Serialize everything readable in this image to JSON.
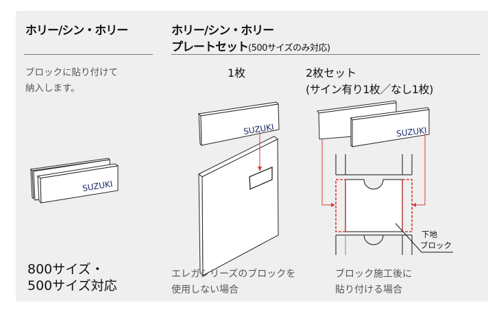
{
  "left": {
    "title": "ホリー/シン・ホリー",
    "desc_line1": "ブロックに貼り付けて",
    "desc_line2": "納入します。",
    "size_line1": "800サイズ・",
    "size_line2": "500サイズ対応"
  },
  "right": {
    "title_line1": "ホリー/シン・ホリー",
    "title_line2": "プレートセット",
    "title_note": "(500サイズのみ対応)",
    "single": {
      "label": "1枚",
      "caption_line1": "エレガシリーズのブロックを",
      "caption_line2": "使用しない場合"
    },
    "double": {
      "label_line1": "2枚セット",
      "label_line2": "(サイン有り1枚／なし1枚)",
      "caption_line1": "ブロック施工後に",
      "caption_line2": "貼り付ける場合",
      "block_label_line1": "下地",
      "block_label_line2": "ブロック"
    }
  },
  "plate_text": "SUZUKI",
  "colors": {
    "panel": "#efefef",
    "arrow": "#d93a35",
    "text_brand": "#1a2a6a"
  }
}
